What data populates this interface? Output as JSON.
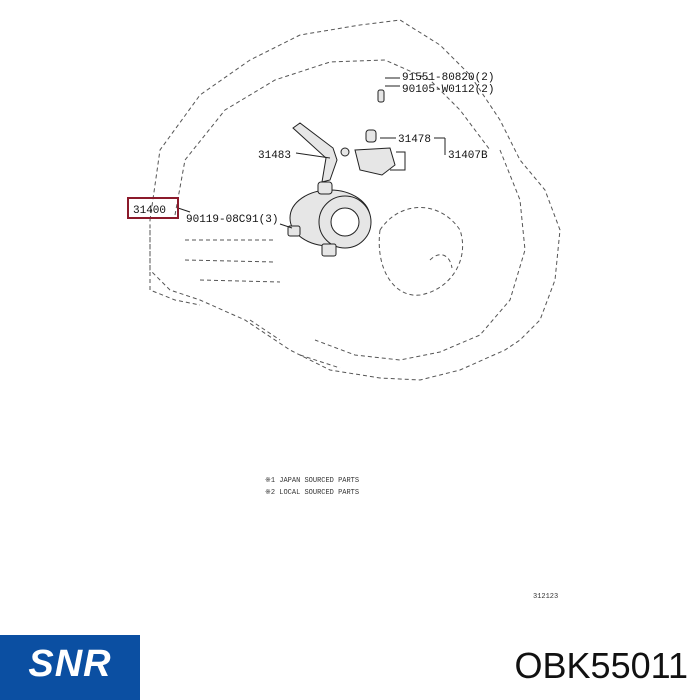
{
  "diagram": {
    "labels": {
      "p31400": "31400",
      "p31483": "31483",
      "p31478": "31478",
      "p31407B": "31407B",
      "p91551": "91551-80820(2)",
      "p90105": "90105-W0112(2)",
      "p90119": "90119-08C91(3)"
    },
    "notes": [
      "※1 JAPAN SOURCED PARTS",
      "※2 LOCAL SOURCED PARTS"
    ],
    "ref_code": "312123",
    "highlight_color": "#8b1a2b"
  },
  "brand": {
    "logo_text": "SNR",
    "logo_color": "#0b4fa2",
    "part_number": "OBK55011"
  }
}
